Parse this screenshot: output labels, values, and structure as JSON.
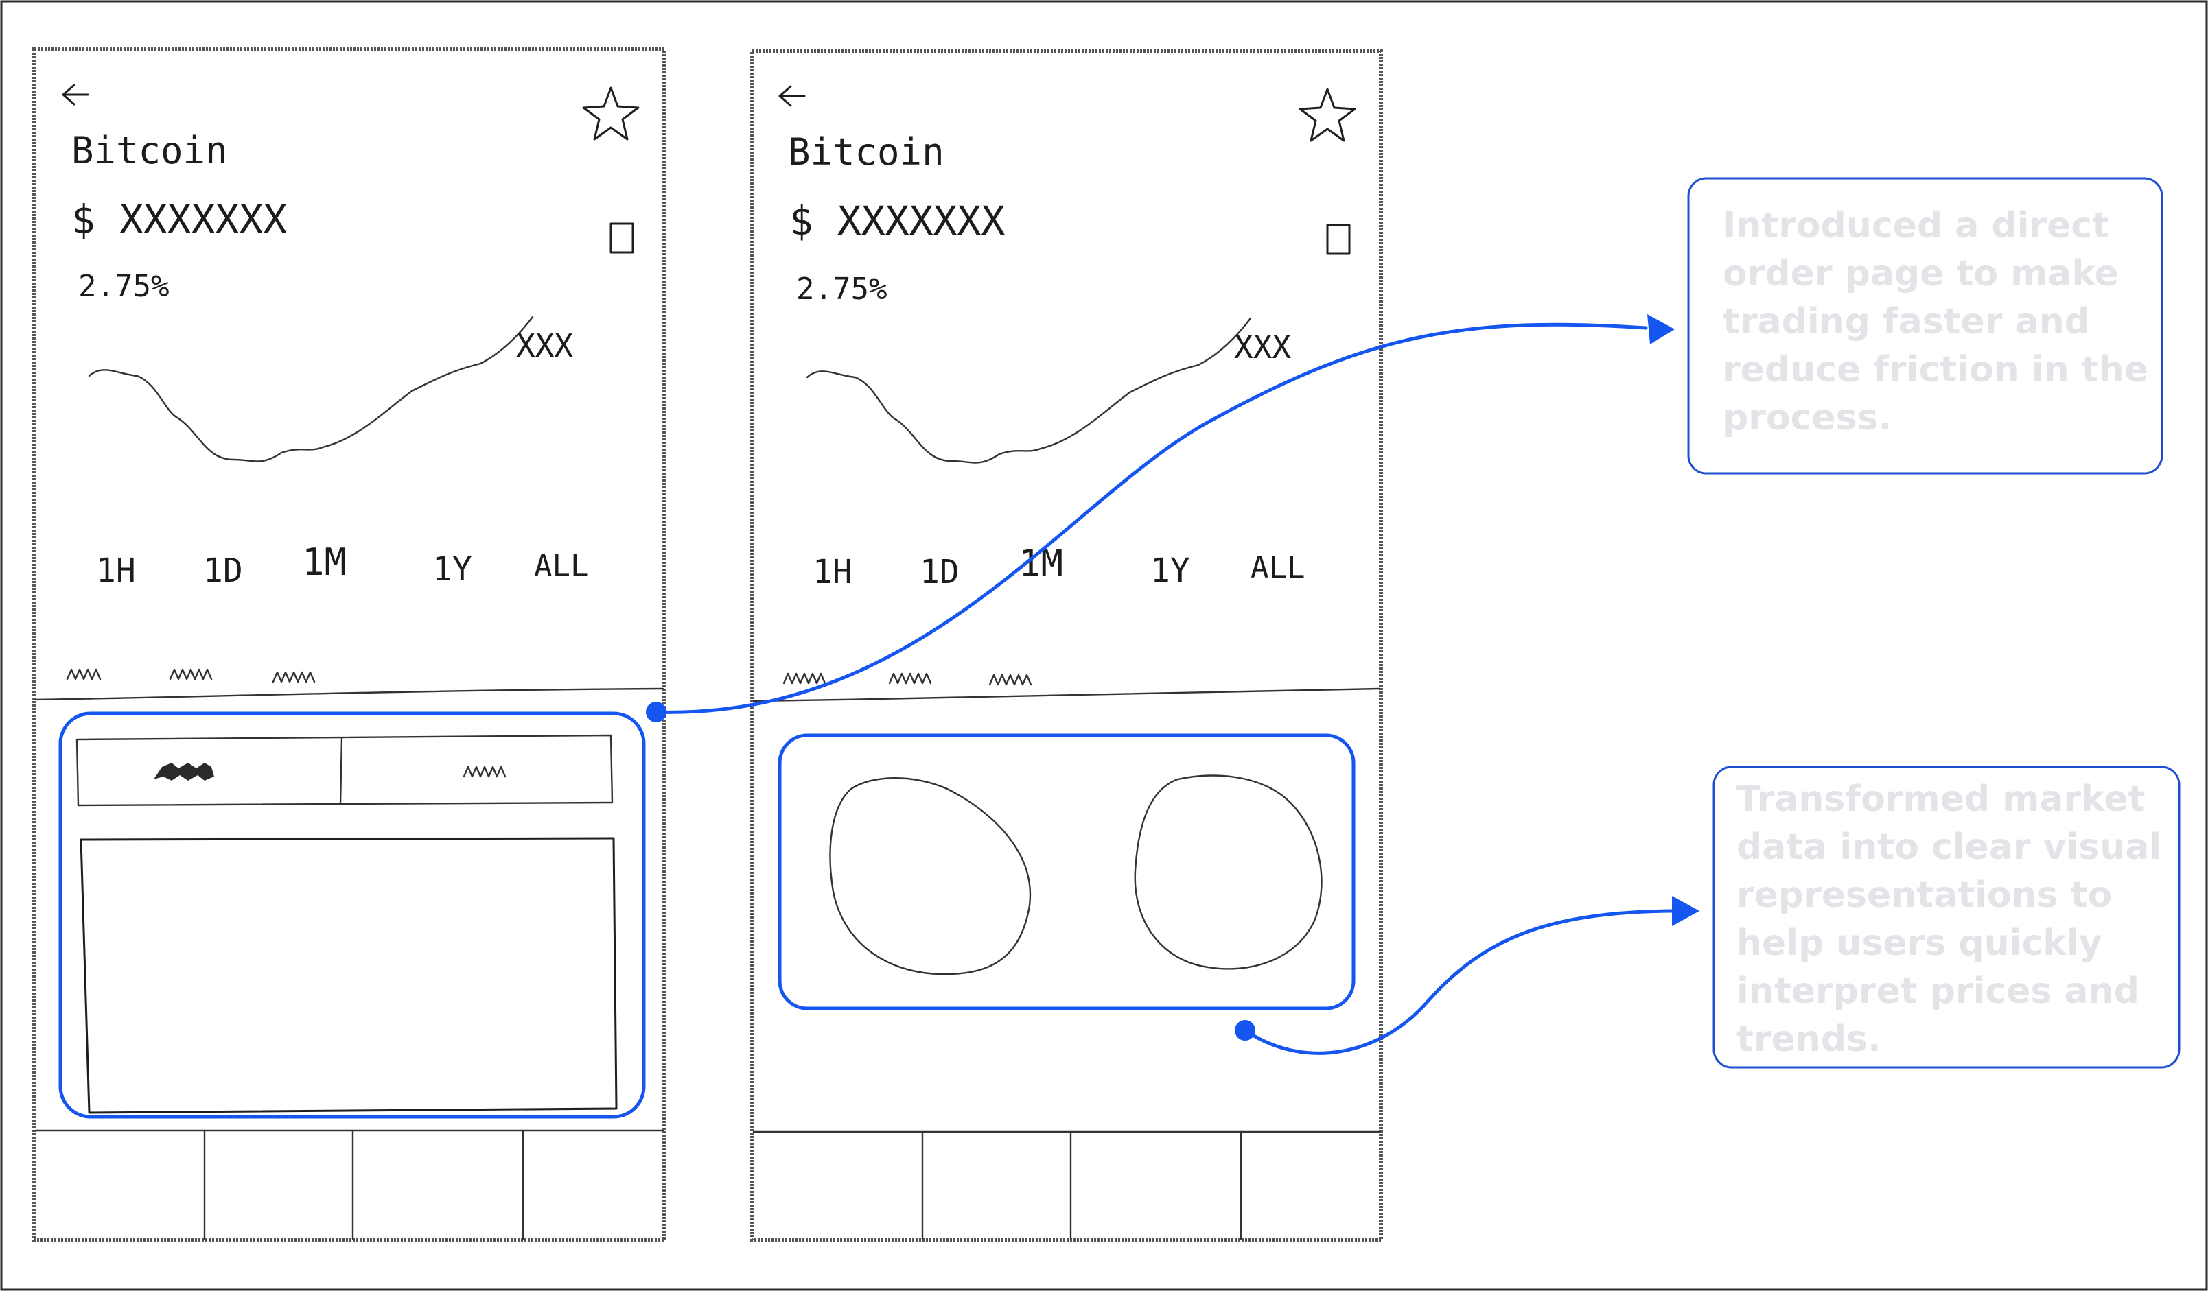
{
  "phones": [
    {
      "title": "Bitcoin",
      "price": "$ XXXXXXX",
      "change": "2.75%",
      "chart_label": "XXX",
      "ranges": [
        "1H",
        "1D",
        "1M",
        "1Y",
        "ALL"
      ]
    },
    {
      "title": "Bitcoin",
      "price": "$ XXXXXXX",
      "change": "2.75%",
      "chart_label": "XXX",
      "ranges": [
        "1H",
        "1D",
        "1M",
        "1Y",
        "ALL"
      ]
    }
  ],
  "callouts": [
    {
      "text": "Introduced a direct order page to make trading faster and reduce friction in the process."
    },
    {
      "text": "Transformed market data into clear visual representations to help users quickly interpret prices and trends."
    }
  ],
  "colors": {
    "accent": "#1656f0",
    "callout_text": "#e3e4e8",
    "sketch": "#1f1f1f"
  },
  "icons": [
    "back-arrow-icon",
    "star-icon",
    "square-icon"
  ]
}
